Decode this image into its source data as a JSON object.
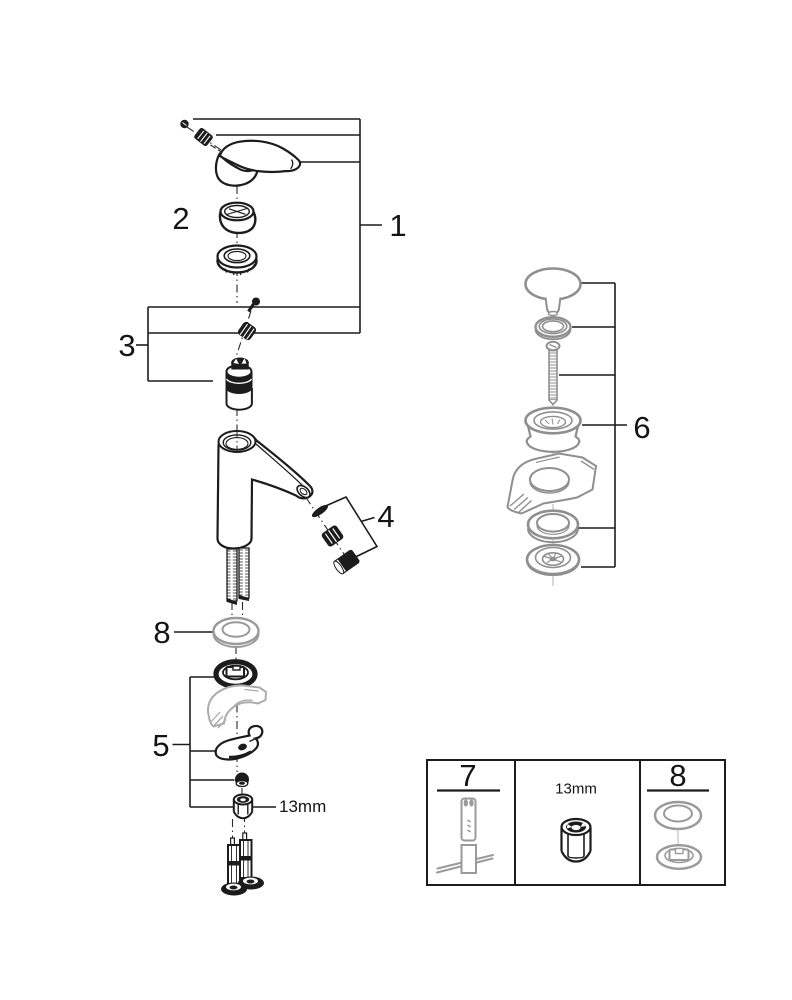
{
  "diagram_type": "exploded-parts-diagram-faucet",
  "colors": {
    "ink": "#1c1c1c",
    "gray_part": "#8f8f8f",
    "light_gray_part": "#ababab",
    "background": "#ffffff"
  },
  "callouts": {
    "n1": "1",
    "n2": "2",
    "n3": "3",
    "n4": "4",
    "n5": "5",
    "n6": "6",
    "n8": "8"
  },
  "annotations": {
    "nut_size": "13mm"
  },
  "legend": {
    "cell1_label": "7",
    "cell2_label": "13mm",
    "cell3_label": "8"
  }
}
